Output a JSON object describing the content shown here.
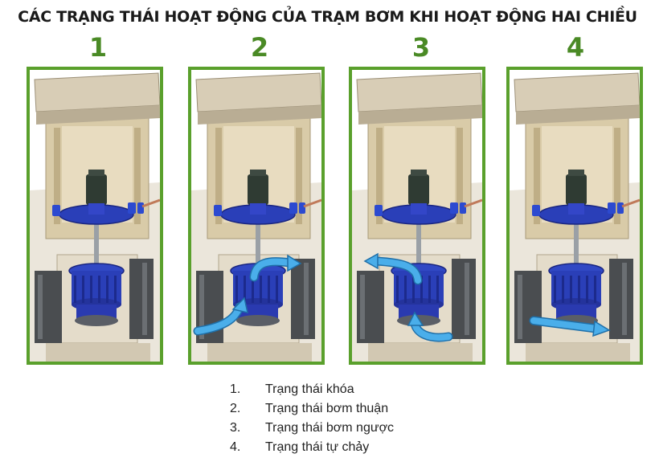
{
  "title": "CÁC TRẠNG THÁI HOẠT ĐỘNG CỦA TRẠM BƠM KHI HOẠT ĐỘNG HAI CHIỀU",
  "panels": [
    {
      "number": "1",
      "flow": "none"
    },
    {
      "number": "2",
      "flow": "forward"
    },
    {
      "number": "3",
      "flow": "reverse"
    },
    {
      "number": "4",
      "flow": "gravity"
    }
  ],
  "legend": [
    {
      "index": "1.",
      "label": "Trạng thái khóa"
    },
    {
      "index": "2.",
      "label": "Trạng thái bơm thuận"
    },
    {
      "index": "3.",
      "label": "Trạng thái bơm ngược"
    },
    {
      "index": "4.",
      "label": "Trạng thái tự chảy"
    }
  ],
  "colors": {
    "frame": "#5aa02c",
    "number": "#4a8a25",
    "concrete": "#d8cdb6",
    "pump_blue": "#2a3fb8",
    "motor": "#2f3b33",
    "arrow": "#4aaeea"
  }
}
